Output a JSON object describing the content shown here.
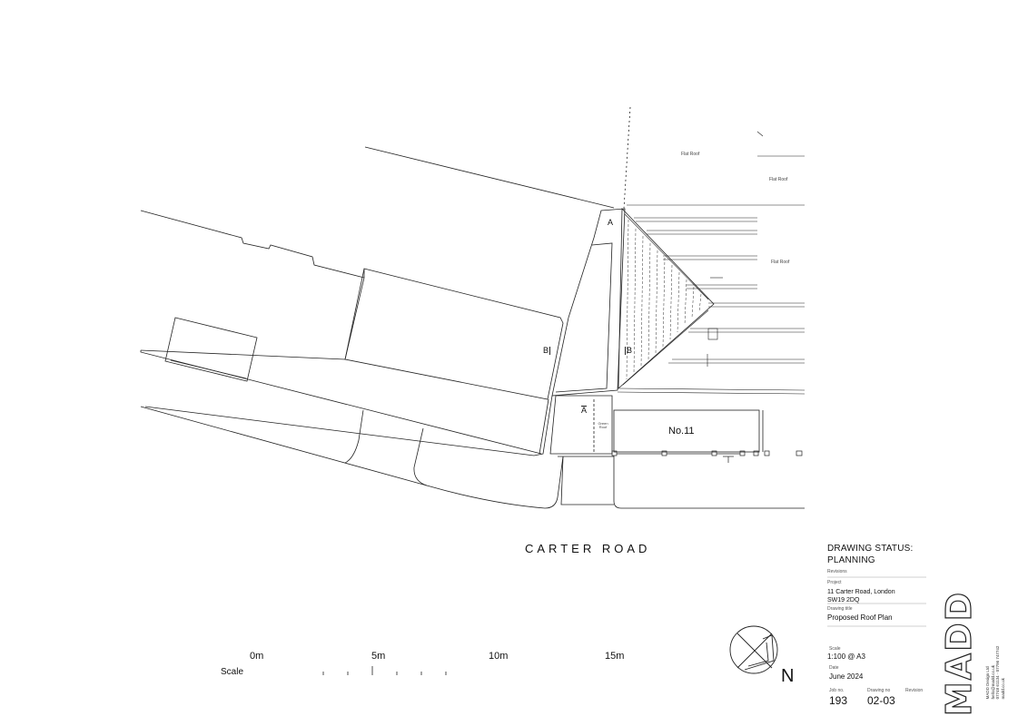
{
  "labels": {
    "flat_roof_1": "Flat Roof",
    "flat_roof_2": "Flat Roof",
    "flat_roof_3": "Flat Roof",
    "green_roof": "Green Roof",
    "house_number": "No.11",
    "road_name": "CARTER ROAD",
    "section_a_top": "A",
    "section_a_bottom": "A",
    "section_b_left": "B",
    "section_b_right": "B",
    "north": "N"
  },
  "scale_bar": {
    "label": "Scale",
    "ticks": [
      "0m",
      "5m",
      "10m",
      "15m"
    ]
  },
  "title_block": {
    "status_heading": "DRAWING STATUS:",
    "status_value": "PLANNING",
    "revisions_label": "Revisions",
    "project_label": "Project",
    "project_line1": "11 Carter Road, London",
    "project_line2": "SW19 2DQ",
    "drawing_title_label": "Drawing title",
    "drawing_title": "Proposed Roof Plan",
    "scale_label": "Scale",
    "scale_value": "1:100 @ A3",
    "date_label": "Date",
    "date_value": "June 2024",
    "job_no_label": "Job no.",
    "job_no": "193",
    "drawing_no_label": "Drawing no",
    "drawing_no": "02-03",
    "revision_label": "Revision"
  },
  "company": {
    "logo": "MADD",
    "name": "MADD Design Ltd",
    "email": "hello@madd.co.uk",
    "phone": "07748 61134 · 07796 747742",
    "web": "madd.co.uk"
  }
}
